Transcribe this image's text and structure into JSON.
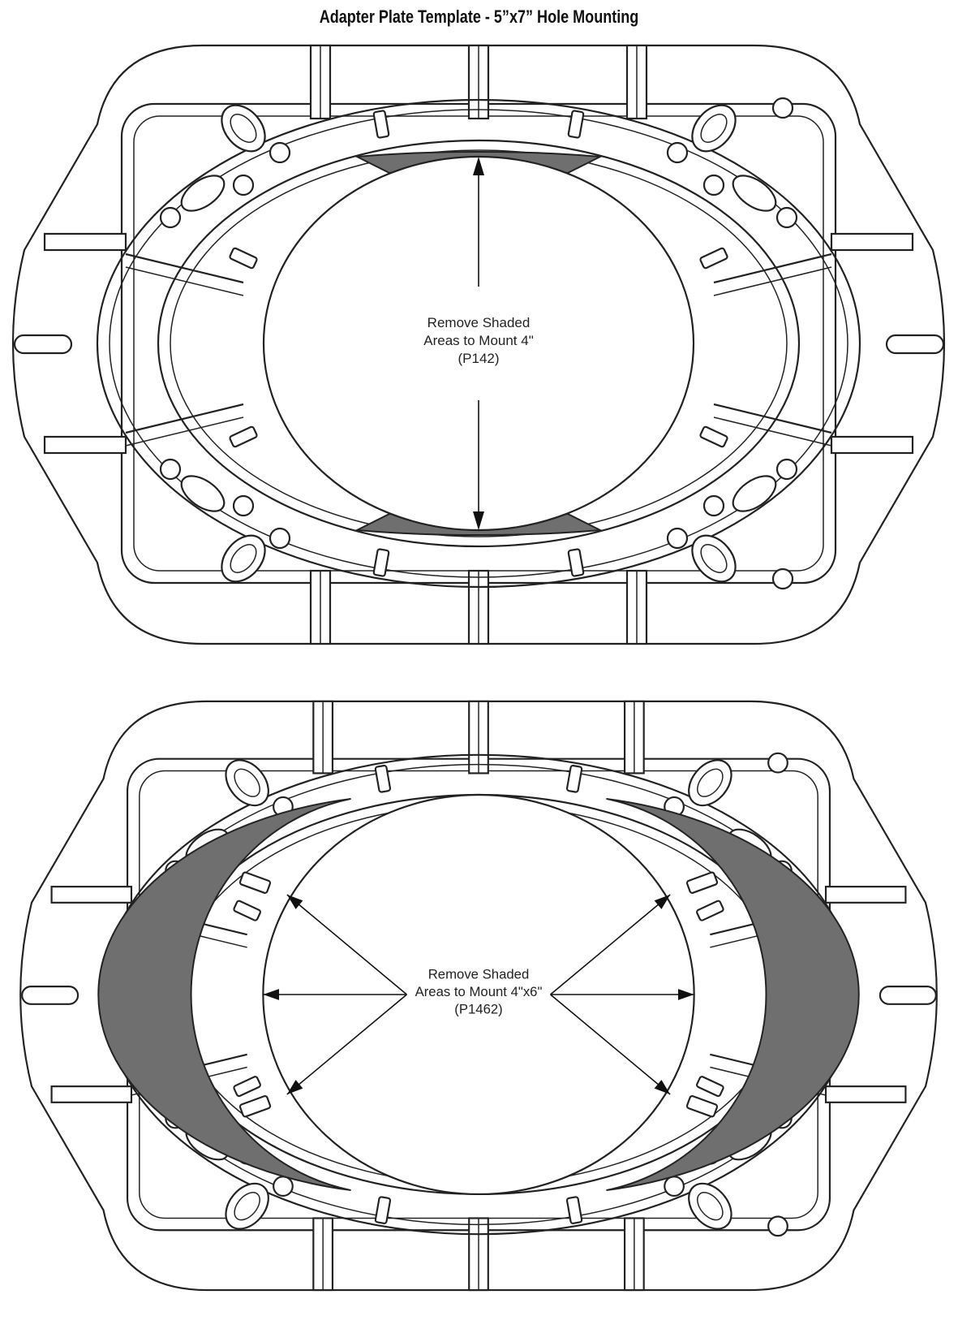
{
  "title": "Adapter Plate Template - 5”x7” Hole Mounting",
  "templates": [
    {
      "label_lines": [
        "Remove Shaded",
        "Areas to Mount 4\"",
        "(P142)"
      ],
      "shade_color": "#6f6f6f"
    },
    {
      "label_lines": [
        "Remove Shaded",
        "Areas to Mount 4\"x6\"",
        "(P1462)"
      ],
      "shade_color": "#6f6f6f"
    }
  ]
}
